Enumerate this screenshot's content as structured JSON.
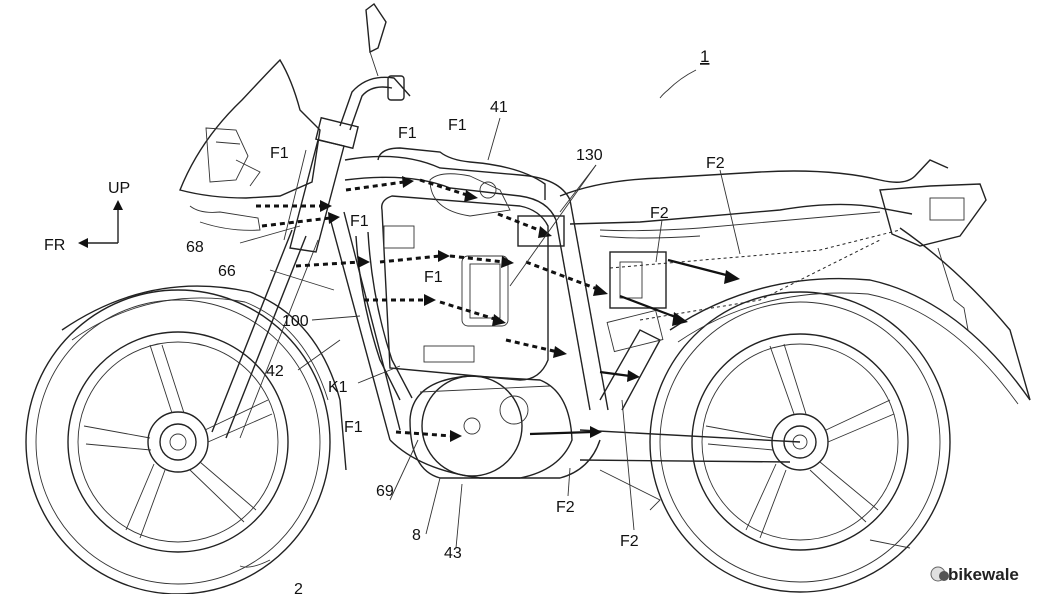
{
  "diagram": {
    "figure_number": "1",
    "direction_up": "UP",
    "direction_front": "FR",
    "reference_numerals": {
      "front_wheel": "2",
      "frame_41": "41",
      "frame_42": "42",
      "frame_43": "43",
      "engine_8": "8",
      "part_66": "66",
      "part_68": "68",
      "part_69": "69",
      "part_100": "100",
      "part_130": "130",
      "k1": "K1"
    },
    "airflow_labels": {
      "f1": "F1",
      "f2": "F2"
    }
  },
  "watermark": {
    "text": "bikewale"
  },
  "icons": [
    "arrow-up-icon",
    "arrow-left-icon",
    "bikewale-logo-icon"
  ]
}
